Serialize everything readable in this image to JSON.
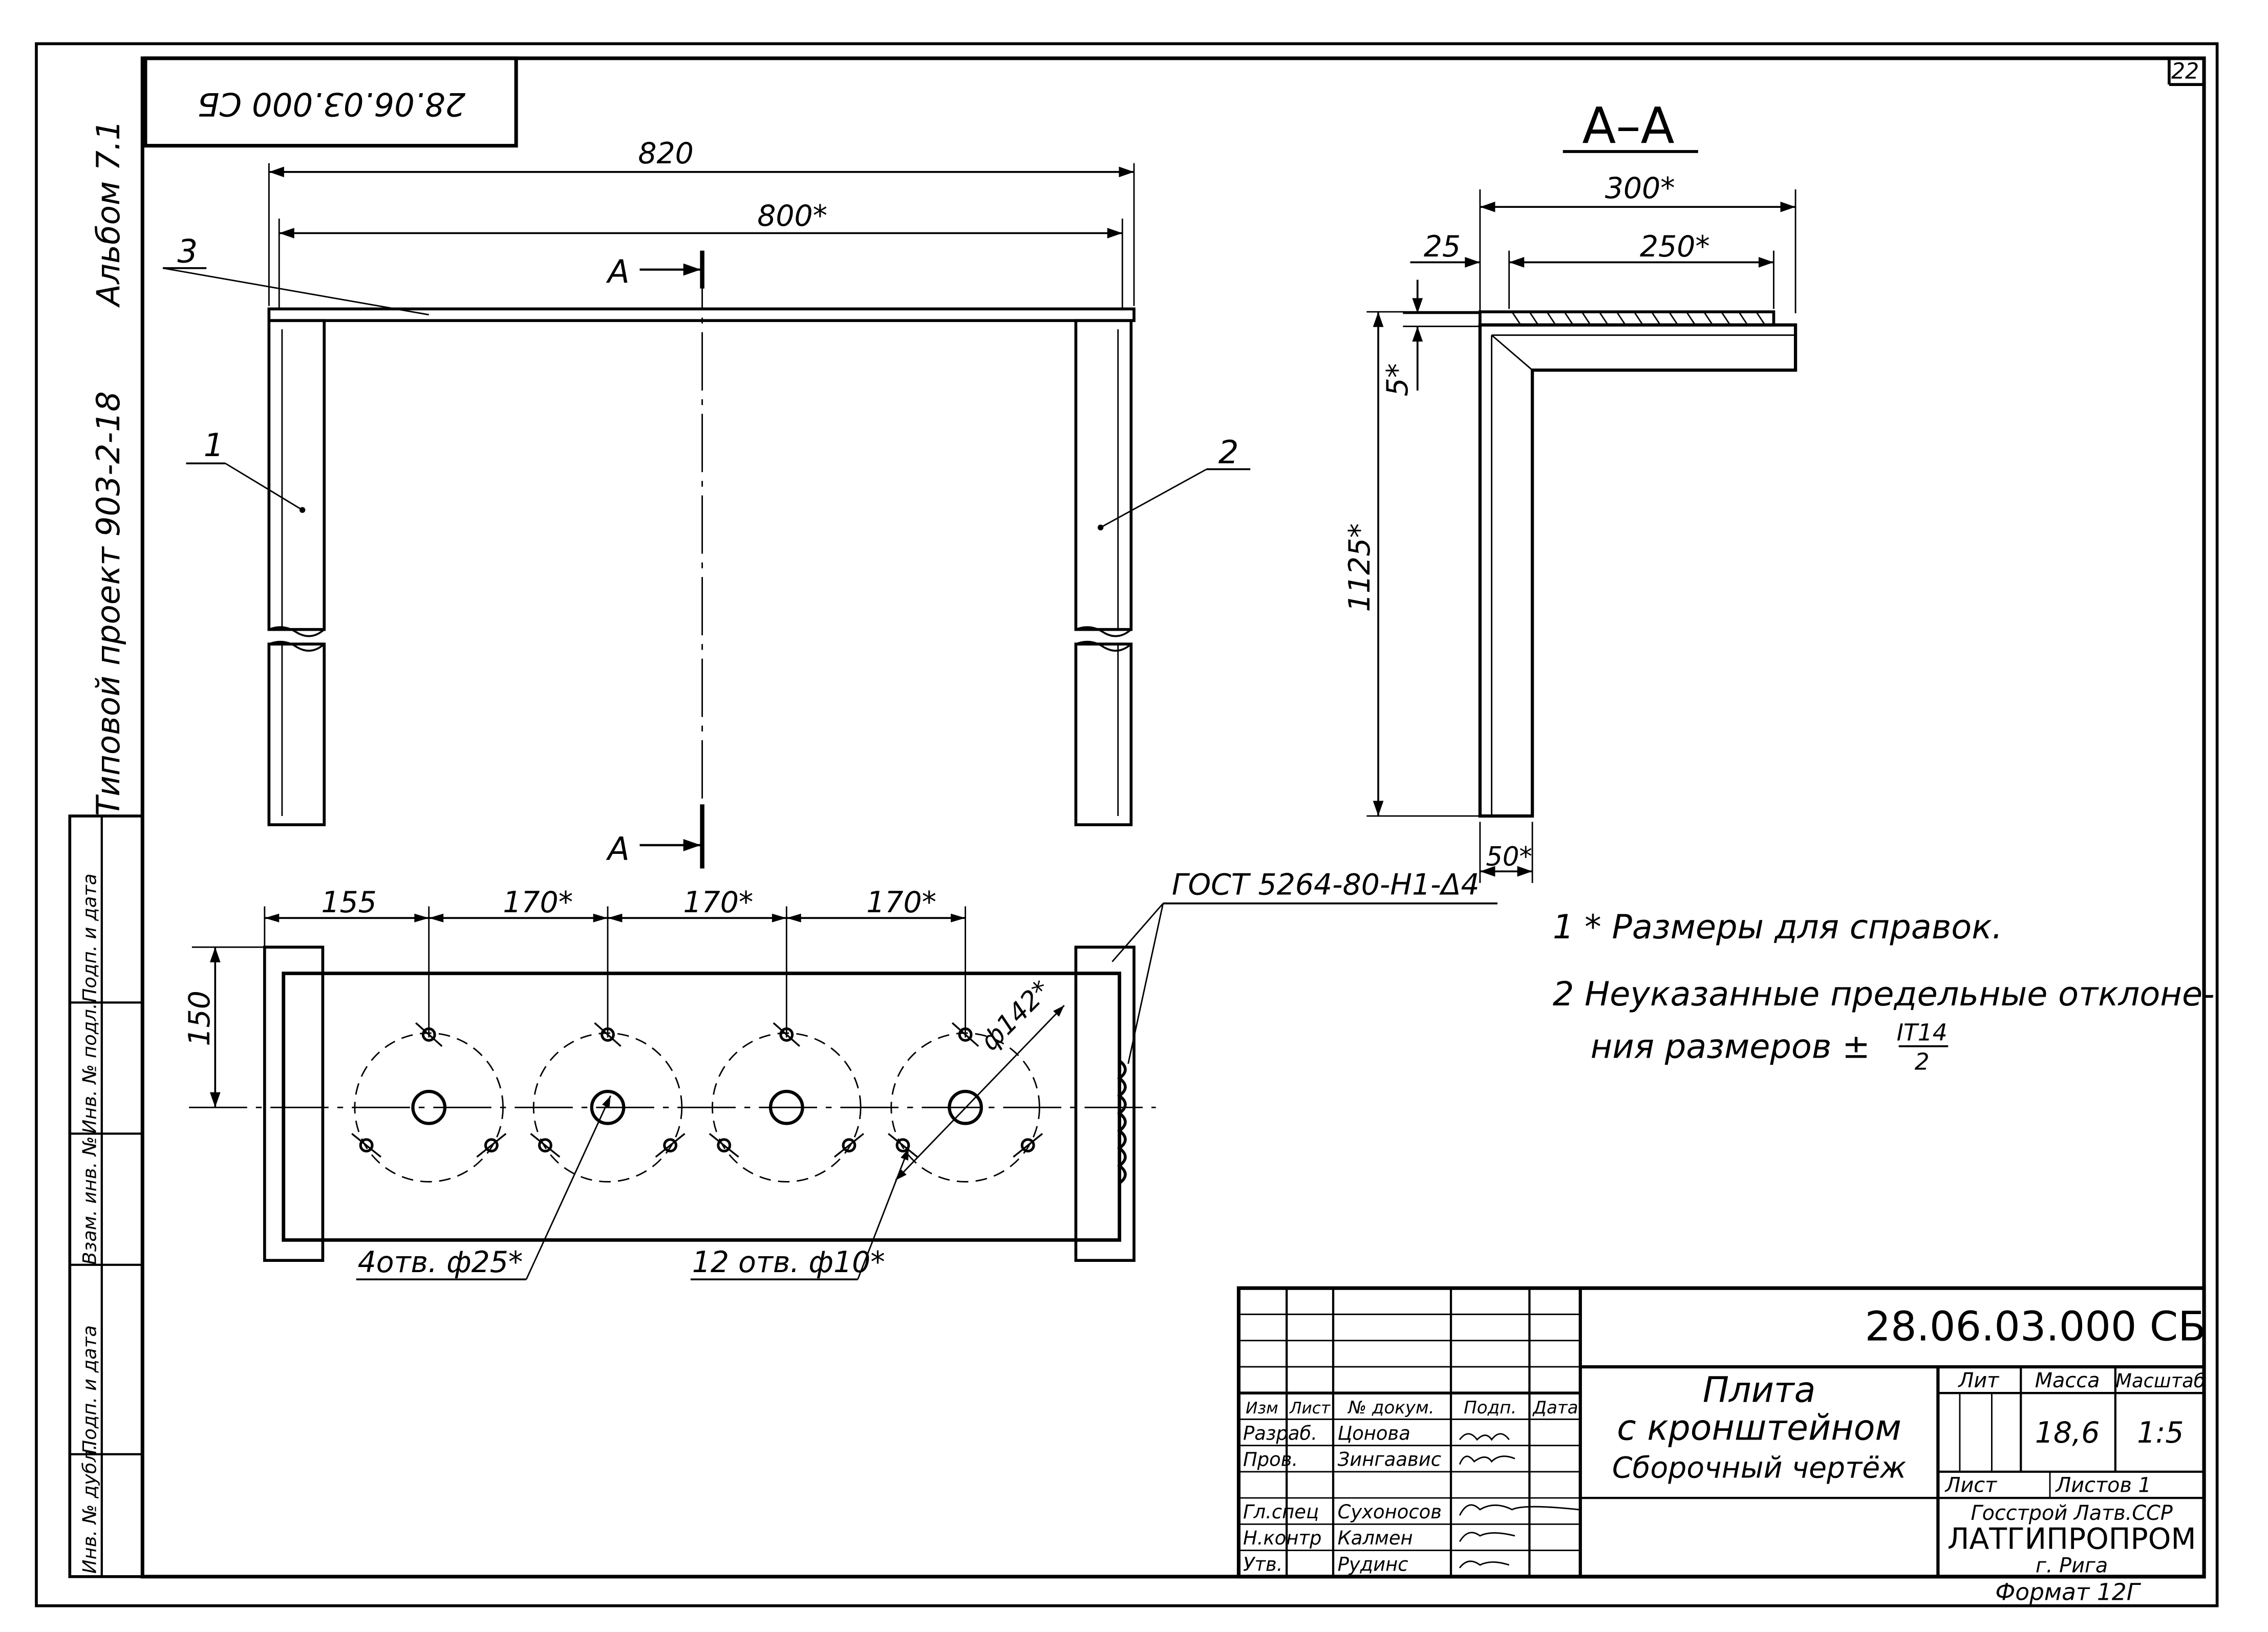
{
  "sheet": {
    "page_number": "22",
    "mirrored_code": "28.06.03.000 СБ",
    "album": "Альбом 7.1",
    "project": "Типовой проект 903-2-18"
  },
  "side_stamp": {
    "cells": [
      "Подп. и дата",
      "Инв. № подл.",
      "Взам. инв. №",
      "Подп. и дата",
      "Инв. № дубл."
    ]
  },
  "front_view": {
    "dim_overall": "820",
    "dim_inner": "800*",
    "section_mark": "А",
    "callouts": [
      "1",
      "2",
      "3"
    ]
  },
  "section_view": {
    "title": "А–А",
    "dim_width": "300*",
    "dim_offset": "25",
    "dim_shelf": "250*",
    "dim_thickness": "5*",
    "dim_height": "1125*",
    "dim_leg": "50*"
  },
  "plan_view": {
    "dim_first": "155",
    "dim_pitches": [
      "170*",
      "170*",
      "170*"
    ],
    "dim_depth": "150",
    "weld_note": "ГОСТ 5264-80-Н1-Δ4",
    "dia_circle": "ф142*",
    "holes_large": "4отв. ф25*",
    "holes_small": "12 отв. ф10*"
  },
  "notes": {
    "line1": "1 * Размеры для справок.",
    "line2": "2 Неуказанные предельные отклоне-",
    "line3a": "ния размеров ±",
    "frac_num": "IT14",
    "frac_den": "2"
  },
  "title_block": {
    "code": "28.06.03.000 СБ",
    "name_l1": "Плита",
    "name_l2": "с кронштейном",
    "name_l3": "Сборочный чертёж",
    "col_headers": [
      "Изм",
      "Лист",
      "№ докум.",
      "Подп.",
      "Дата"
    ],
    "rows": [
      {
        "role": "Разраб.",
        "name": "Цонова"
      },
      {
        "role": "Пров.",
        "name": "Зингаавис"
      },
      {
        "role": "Гл.спец",
        "name": "Сухоносов"
      },
      {
        "role": "Н.контр",
        "name": "Калмен"
      },
      {
        "role": "Утв.",
        "name": "Рудинс"
      }
    ],
    "lit_label": "Лит",
    "mass_label": "Масса",
    "scale_label": "Масштаб",
    "mass": "18,6",
    "scale": "1:5",
    "sheet_label": "Лист",
    "sheets_label": "Листов 1",
    "org1": "Госстрой Латв.ССР",
    "org2": "ЛАТГИПРОПРОМ",
    "org3": "г. Рига",
    "format": "Формат 12Г"
  }
}
